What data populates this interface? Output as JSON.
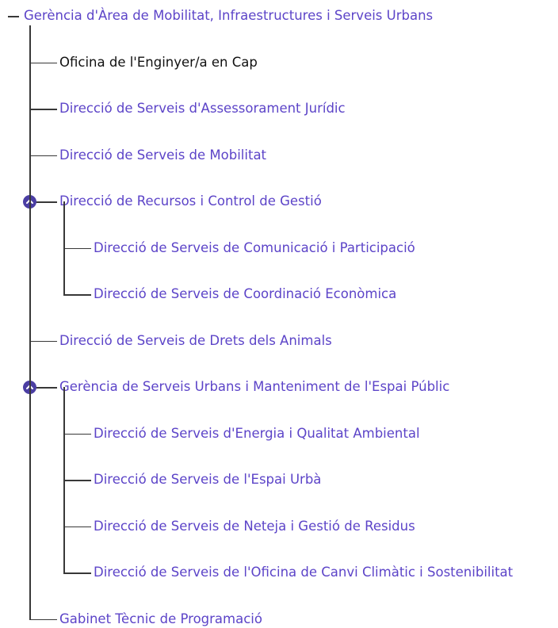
{
  "tree": {
    "root": {
      "label": "Gerència d'Àrea de Mobilitat, Infraestructures i Serveis Urbans"
    },
    "children": [
      {
        "label": "Oficina de l'Enginyer/a en Cap",
        "current": true
      },
      {
        "label": "Direcció de Serveis d'Assessorament Jurídic"
      },
      {
        "label": "Direcció de Serveis de Mobilitat"
      },
      {
        "label": "Direcció de Recursos i Control de Gestió",
        "expanded": true,
        "children": [
          {
            "label": "Direcció de Serveis de Comunicació i Participació"
          },
          {
            "label": "Direcció de Serveis de Coordinació Econòmica"
          }
        ]
      },
      {
        "label": "Direcció de Serveis de Drets dels Animals"
      },
      {
        "label": "Gerència de Serveis Urbans i Manteniment de l'Espai Públic",
        "expanded": true,
        "children": [
          {
            "label": "Direcció de Serveis d'Energia i Qualitat Ambiental"
          },
          {
            "label": "Direcció de Serveis de l'Espai Urbà"
          },
          {
            "label": "Direcció de Serveis de Neteja i Gestió de Residus"
          },
          {
            "label": "Direcció de Serveis de l'Oficina de Canvi Climàtic i Sostenibilitat"
          }
        ]
      },
      {
        "label": "Gabinet Tècnic de Programació"
      }
    ]
  },
  "colors": {
    "link": "#5c44c8",
    "current": "#111111",
    "line": "#383838",
    "toggle": "#4b3ea3"
  },
  "icons": {
    "expanded_toggle": "chevron-up-icon"
  }
}
